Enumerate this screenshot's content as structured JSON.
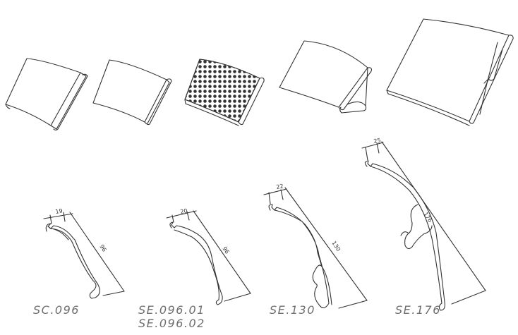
{
  "colors": {
    "stroke": "#333333",
    "label": "#6e6e6e",
    "background": "#ffffff"
  },
  "profiles": [
    {
      "code": "SC.096",
      "width": "19",
      "height": "96"
    },
    {
      "code": "SE.096.01",
      "code_alt": "SE.096.02",
      "width": "20",
      "height": "96"
    },
    {
      "code": "SE.130",
      "width": "22",
      "height": "130"
    },
    {
      "code": "SE.176",
      "width": "25",
      "height": "176"
    }
  ]
}
